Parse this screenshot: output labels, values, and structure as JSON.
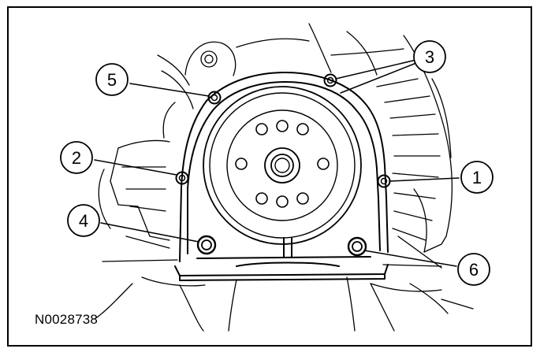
{
  "figure": {
    "id_label": "N0028738"
  },
  "callouts": [
    {
      "number": "1"
    },
    {
      "number": "2"
    },
    {
      "number": "3"
    },
    {
      "number": "4"
    },
    {
      "number": "5"
    },
    {
      "number": "6"
    }
  ],
  "colors": {
    "ink": "#000000",
    "paper": "#ffffff"
  }
}
